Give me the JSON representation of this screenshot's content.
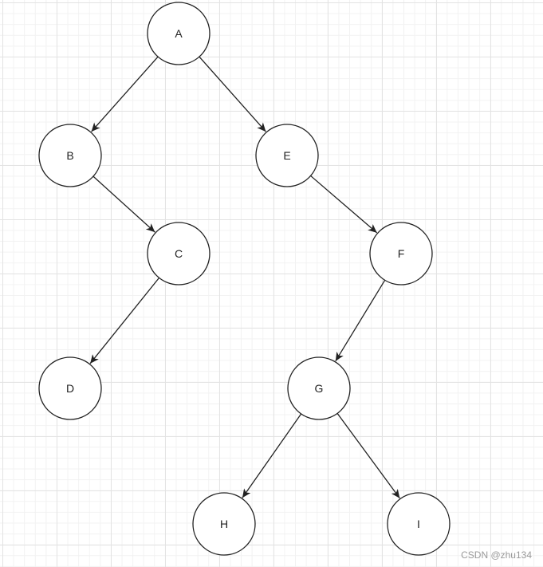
{
  "nodes": [
    {
      "id": "A",
      "label": "A"
    },
    {
      "id": "B",
      "label": "B"
    },
    {
      "id": "E",
      "label": "E"
    },
    {
      "id": "C",
      "label": "C"
    },
    {
      "id": "F",
      "label": "F"
    },
    {
      "id": "D",
      "label": "D"
    },
    {
      "id": "G",
      "label": "G"
    },
    {
      "id": "H",
      "label": "H"
    },
    {
      "id": "I",
      "label": "I"
    }
  ],
  "edges": [
    {
      "from": "A",
      "to": "B"
    },
    {
      "from": "A",
      "to": "E"
    },
    {
      "from": "B",
      "to": "C"
    },
    {
      "from": "E",
      "to": "F"
    },
    {
      "from": "C",
      "to": "D"
    },
    {
      "from": "F",
      "to": "G"
    },
    {
      "from": "G",
      "to": "H"
    },
    {
      "from": "G",
      "to": "I"
    }
  ],
  "watermark": "CSDN @zhu134"
}
